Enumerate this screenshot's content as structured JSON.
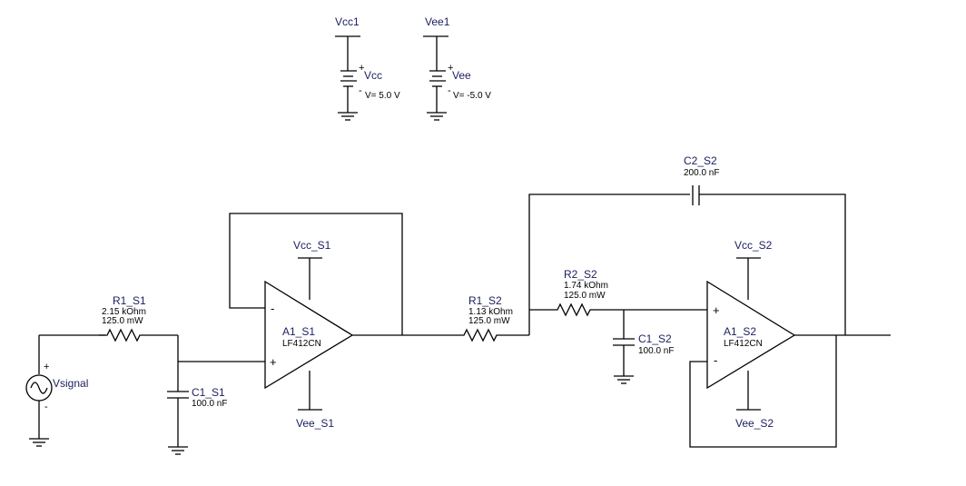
{
  "labels": {
    "vcc1": "Vcc1",
    "vee1": "Vee1",
    "vcc_src": "Vcc",
    "vcc_volt": "V= 5.0 V",
    "vee_src": "Vee",
    "vee_volt": "V= -5.0 V",
    "c2_s2": "C2_S2",
    "c2_s2_val": "200.0 nF",
    "vcc_s1": "Vcc_S1",
    "vee_s1": "Vee_S1",
    "vcc_s2": "Vcc_S2",
    "vee_s2": "Vee_S2",
    "r1_s1": "R1_S1",
    "r1_s1_r": "2.15 kOhm",
    "r1_s1_p": "125.0 mW",
    "r1_s2": "R1_S2",
    "r1_s2_r": "1.13 kOhm",
    "r1_s2_p": "125.0 mW",
    "r2_s2": "R2_S2",
    "r2_s2_r": "1.74 kOhm",
    "r2_s2_p": "125.0 mW",
    "c1_s1": "C1_S1",
    "c1_s1_val": "100.0 nF",
    "c1_s2": "C1_S2",
    "c1_s2_val": "100.0 nF",
    "a1_s1": "A1_S1",
    "a1_s1_model": "LF412CN",
    "a1_s2": "A1_S2",
    "a1_s2_model": "LF412CN",
    "vsignal": "Vsignal"
  },
  "signs": {
    "plus": "+",
    "minus": "-"
  }
}
